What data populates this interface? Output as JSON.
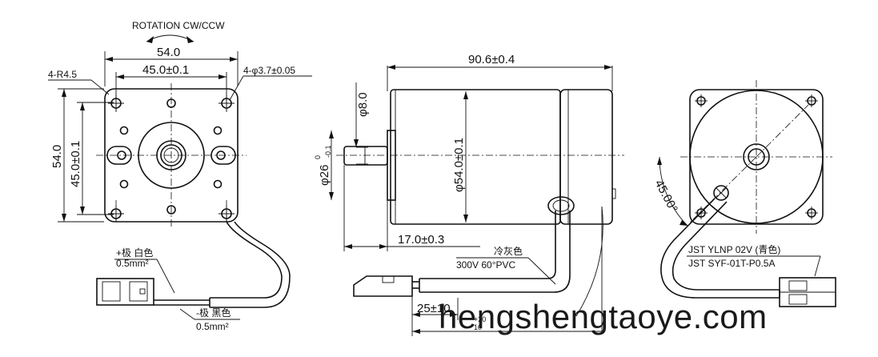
{
  "front_view": {
    "rotation_label": "ROTATION CW/CCW",
    "overall_width": "54.0",
    "hole_pitch_width": "45.0±0.1",
    "corner_radius": "4-R4.5",
    "mount_holes": "4-φ3.7±0.05",
    "overall_height": "54.0",
    "hole_pitch_height": "45.0±0.1"
  },
  "side_view": {
    "overall_length": "90.6±0.4",
    "shaft_diameter": "φ8.0",
    "boss_diameter": "φ26",
    "boss_tol_upper": "0",
    "boss_tol_lower": "-0.1",
    "body_diameter": "φ54.0±0.1",
    "shaft_length": "17.0±0.3",
    "cable_color": "冷灰色",
    "cable_spec": "300V 60°PVC",
    "lead_length": "25±10",
    "cable_length_tol_upper": "+20",
    "cable_length_tol_lower": "10"
  },
  "leads": {
    "positive_label": "+极 白色",
    "positive_size": "0.5mm²",
    "negative_label": "-极 黑色",
    "negative_size": "0.5mm²"
  },
  "rear_view": {
    "angle": "45.00°",
    "connector_housing": "JST YLNP 02V (青色)",
    "connector_terminal": "JST SYF-01T-P0.5A"
  },
  "watermark": "hengshengtaoye.com"
}
